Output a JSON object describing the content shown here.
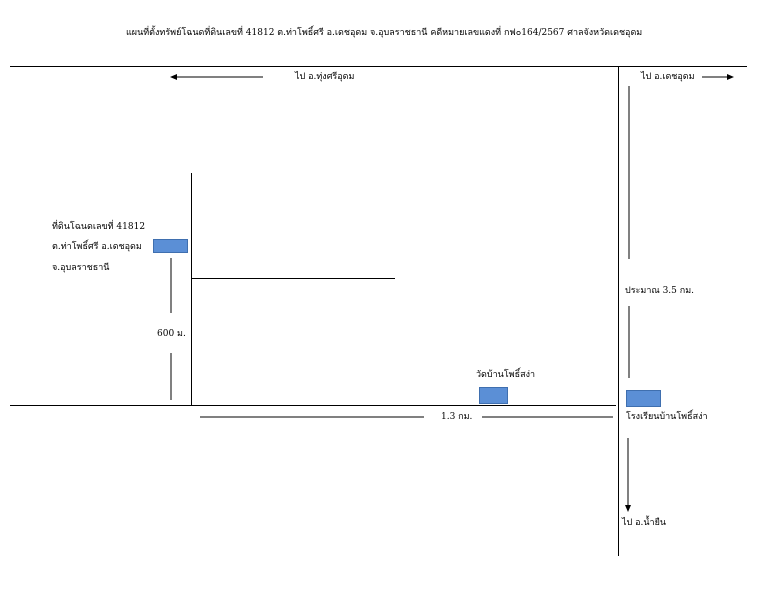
{
  "title": "แผนที่ตั้งทรัพย์โฉนดที่ดินเลขที่  41812  ต.ท่าโพธิ์ศรี   อ.เดชอุดม  จ.อุบลราชธานี  คดีหมายเลขแดงที่ กฟ๐164/2567  ศาลจังหวัดเดชอุดม",
  "labels": {
    "to_thung_si_udom": "ไป อ.ทุ่งศรีอุดม",
    "to_det_udom": "ไป อ.เดชอุดม",
    "land_line1": "ที่ดินโฉนดเลขที่ 41812",
    "land_line2": "ต.ท่าโพธิ์ศรี   อ.เดชอุดม",
    "land_line3": "จ.อุบลราชธานี",
    "distance_600": "600  ม.",
    "distance_3_5": "ประมาณ  3.5  กม.",
    "temple": "วัดบ้านโพธิ์สง่า",
    "distance_1_3": "1.3  กม.",
    "school": "โรงเรียนบ้านโพธิ์สง่า",
    "to_nam_yuen": "ไป อ.น้ำยืน"
  },
  "colors": {
    "marker_fill": "#5b8fd6",
    "marker_border": "#3f6faf",
    "road": "#000000"
  }
}
